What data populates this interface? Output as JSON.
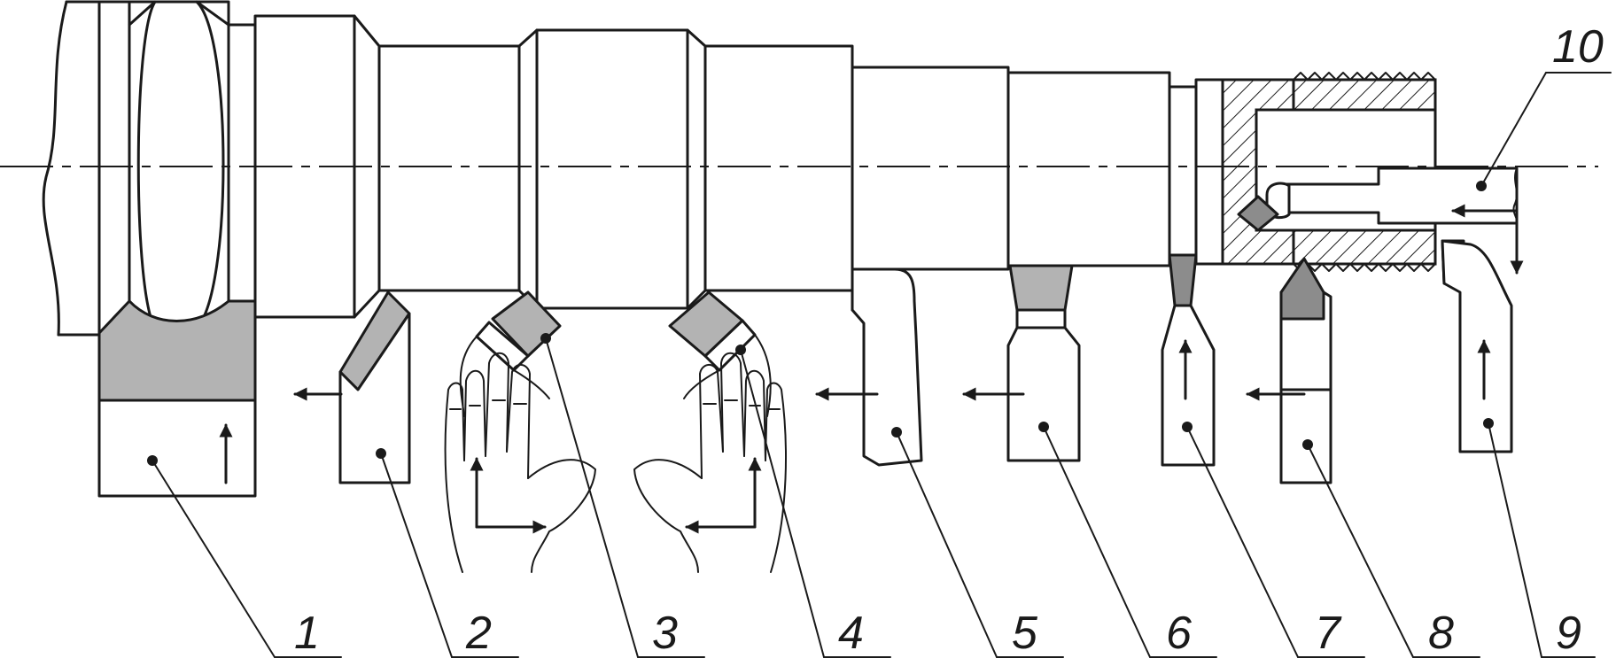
{
  "labels": [
    "1",
    "2",
    "3",
    "4",
    "5",
    "6",
    "7",
    "8",
    "9",
    "10"
  ],
  "colors": {
    "line": "#1a1a1a",
    "insert": "#b3b3b3",
    "insert_dark": "#8c8c8c",
    "background": "#ffffff"
  }
}
